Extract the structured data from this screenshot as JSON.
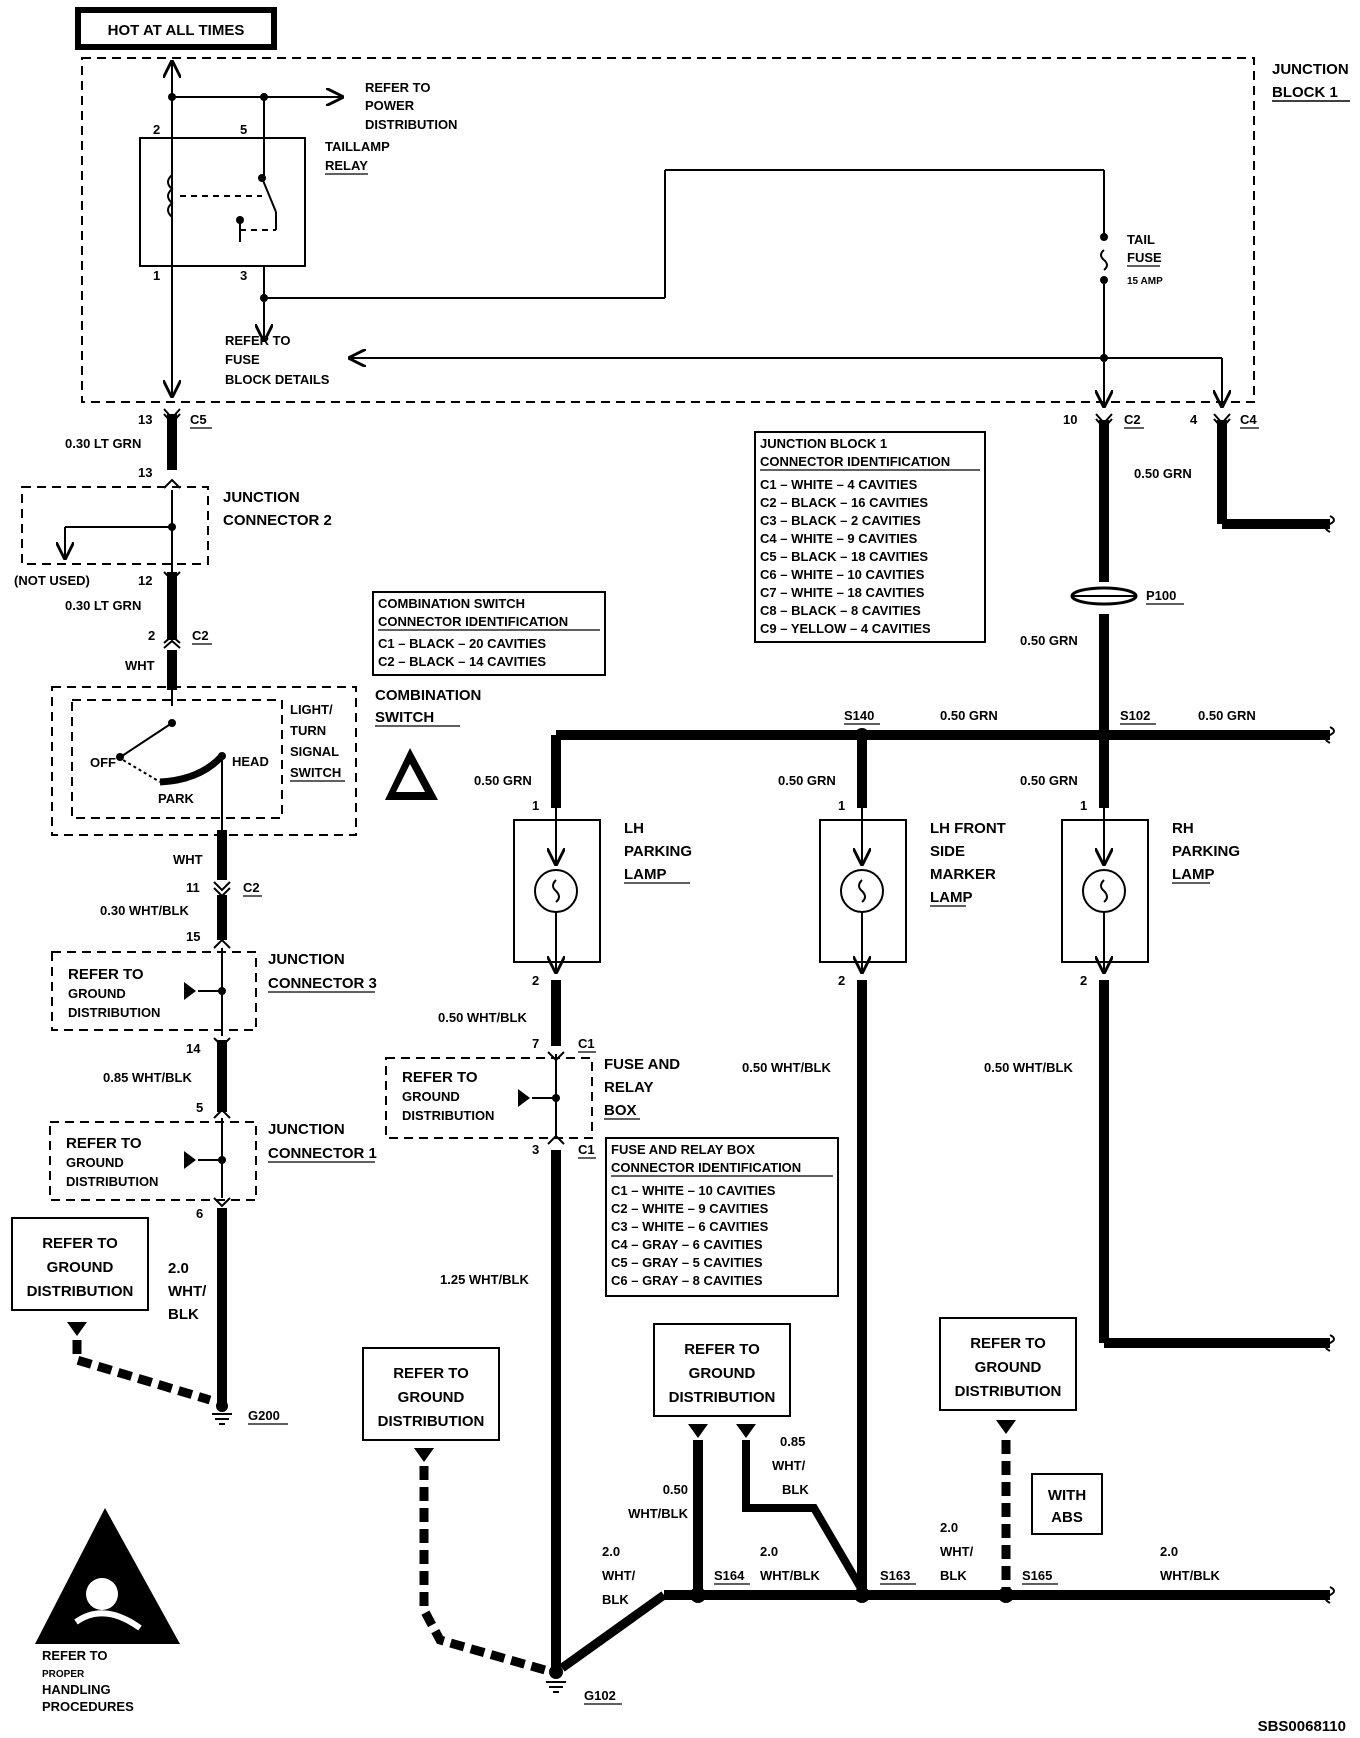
{
  "hot_at_all_times": "HOT AT ALL TIMES",
  "junction_block_1": [
    "JUNCTION",
    "BLOCK 1"
  ],
  "refer_power": [
    "REFER TO",
    "POWER",
    "DISTRIBUTION"
  ],
  "taillamp_relay": [
    "TAILLAMP",
    "RELAY"
  ],
  "refer_fuse_block": [
    "REFER TO",
    "FUSE",
    "BLOCK DETAILS"
  ],
  "tail_fuse": [
    "TAIL",
    "FUSE"
  ],
  "fuse_amp": "15 AMP",
  "pins": {
    "relay_2": "2",
    "relay_5": "5",
    "relay_1": "1",
    "relay_3": "3",
    "c5_13": "13",
    "jc2_13": "13",
    "jc2_12": "12",
    "cs_2": "2",
    "cs_11": "11",
    "jc3_15": "15",
    "jc3_14": "14",
    "jc1_5": "5",
    "jc1_6": "6",
    "c2_10": "10",
    "c4_4": "4",
    "lhp_1": "1",
    "lhp_2": "2",
    "lhs_1": "1",
    "lhs_2": "2",
    "rhp_1": "1",
    "rhp_2": "2",
    "frb_7": "7",
    "frb_3": "3"
  },
  "connectors": {
    "c5": "C5",
    "c2_jb": "C2",
    "c4": "C4",
    "c2_cs": "C2",
    "c2_cs2": "C2",
    "c1_top": "C1",
    "c1_bot": "C1"
  },
  "wires": {
    "w_03ltgrn_a": "0.30 LT GRN",
    "w_03ltgrn_b": "0.30 LT GRN",
    "wht_a": "WHT",
    "wht_b": "WHT",
    "w_03whtblk": "0.30 WHT/BLK",
    "w_085whtblk": "0.85 WHT/BLK",
    "w_20_left": [
      "2.0",
      "WHT/",
      "BLK"
    ],
    "w_050grn_c4": "0.50 GRN",
    "w_050grn_p100": "0.50 GRN",
    "w_050grn_s140": "0.50 GRN",
    "w_050grn_s102": "0.50 GRN",
    "w_050grn_lhp": "0.50 GRN",
    "w_050grn_lhs": "0.50 GRN",
    "w_050grn_rhp": "0.50 GRN",
    "w_050whtblk_lhp": "0.50 WHT/BLK",
    "w_050whtblk_lhs": "0.50 WHT/BLK",
    "w_050whtblk_rhp": "0.50 WHT/BLK",
    "w_125whtblk": "1.25 WHT/BLK",
    "w_050whtblk_s164": [
      "0.50",
      "WHT/BLK"
    ],
    "w_085whtblk_s163": [
      "0.85",
      "WHT/",
      "BLK"
    ],
    "w_20_g102": [
      "2.0",
      "WHT/",
      "BLK"
    ],
    "w_20_s164": [
      "2.0",
      "WHT/BLK"
    ],
    "w_20_s163": [
      "2.0",
      "WHT/",
      "BLK"
    ],
    "w_20_s165": [
      "2.0",
      "WHT/BLK"
    ]
  },
  "junction_connector_2": [
    "JUNCTION",
    "CONNECTOR 2"
  ],
  "not_used": "(NOT USED)",
  "combination_switch_id": {
    "title": [
      "COMBINATION SWITCH",
      "CONNECTOR IDENTIFICATION"
    ],
    "rows": [
      "C1 – BLACK – 20 CAVITIES",
      "C2 – BLACK – 14 CAVITIES"
    ]
  },
  "combination_switch": [
    "COMBINATION",
    "SWITCH"
  ],
  "light_turn_switch": [
    "LIGHT/",
    "TURN",
    "SIGNAL",
    "SWITCH"
  ],
  "switch_positions": {
    "off": "OFF",
    "park": "PARK",
    "head": "HEAD"
  },
  "junction_connector_3": [
    "JUNCTION",
    "CONNECTOR 3"
  ],
  "junction_connector_1": [
    "JUNCTION",
    "CONNECTOR 1"
  ],
  "refer_ground_small": [
    "REFER TO",
    "GROUND",
    "DISTRIBUTION"
  ],
  "refer_ground_big": [
    "REFER TO",
    "GROUND",
    "DISTRIBUTION"
  ],
  "grounds": {
    "g200": "G200",
    "g102": "G102"
  },
  "jb1_id": {
    "title": [
      "JUNCTION BLOCK 1",
      "CONNECTOR IDENTIFICATION"
    ],
    "rows": [
      "C1 – WHITE – 4 CAVITIES",
      "C2 – BLACK – 16 CAVITIES",
      "C3 – BLACK – 2 CAVITIES",
      "C4 – WHITE – 9 CAVITIES",
      "C5 – BLACK – 18 CAVITIES",
      "C6 – WHITE – 10 CAVITIES",
      "C7 – WHITE – 18 CAVITIES",
      "C8 – BLACK – 8 CAVITIES",
      "C9 – YELLOW – 4 CAVITIES"
    ]
  },
  "p100": "P100",
  "splices": {
    "s140": "S140",
    "s102": "S102",
    "s164": "S164",
    "s163": "S163",
    "s165": "S165"
  },
  "lh_parking_lamp": [
    "LH",
    "PARKING",
    "LAMP"
  ],
  "lh_front_side_marker": [
    "LH FRONT",
    "SIDE",
    "MARKER",
    "LAMP"
  ],
  "rh_parking_lamp": [
    "RH",
    "PARKING",
    "LAMP"
  ],
  "fuse_relay_box": [
    "FUSE AND",
    "RELAY",
    "BOX"
  ],
  "fuse_relay_id": {
    "title": [
      "FUSE AND RELAY BOX",
      "CONNECTOR IDENTIFICATION"
    ],
    "rows": [
      "C1 – WHITE – 10 CAVITIES",
      "C2 – WHITE – 9 CAVITIES",
      "C3 – WHITE – 6 CAVITIES",
      "C4 – GRAY – 6 CAVITIES",
      "C5 – GRAY – 5 CAVITIES",
      "C6 – GRAY – 8 CAVITIES"
    ]
  },
  "with_abs": [
    "WITH",
    "ABS"
  ],
  "handling": [
    "REFER TO",
    "PROPER",
    "HANDLING",
    "PROCEDURES"
  ],
  "doc_code": "SBS0068110"
}
